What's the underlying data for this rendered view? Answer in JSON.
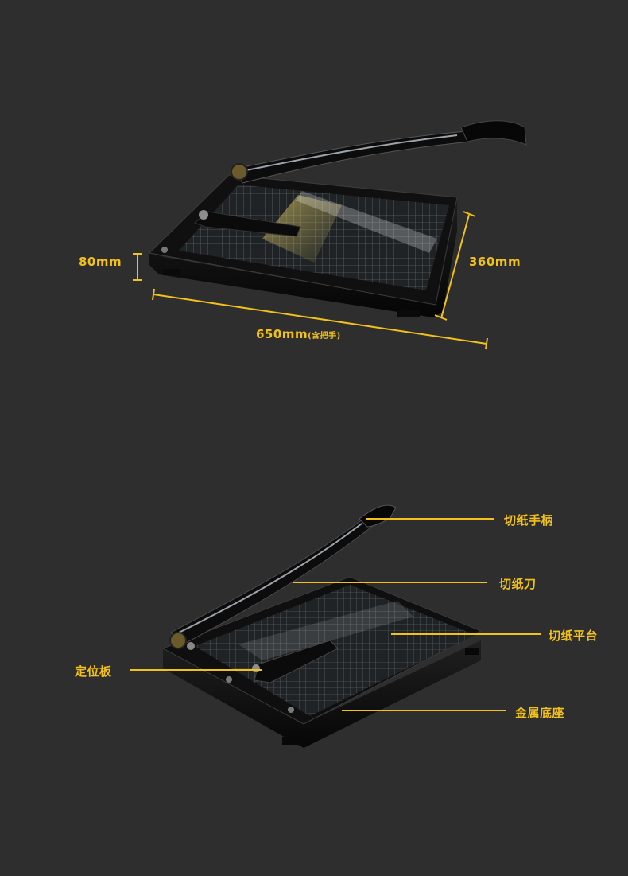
{
  "dimensions": {
    "height": "80mm",
    "depth": "360mm",
    "length_value": "650mm",
    "length_note": "(含把手)"
  },
  "parts": {
    "handle": "切纸手柄",
    "blade": "切纸刀",
    "platform": "切纸平台",
    "guide": "定位板",
    "base": "金属底座"
  },
  "colors": {
    "background": "#2e2e2e",
    "accent": "#f2c11a",
    "product": "#0f0f0f"
  }
}
